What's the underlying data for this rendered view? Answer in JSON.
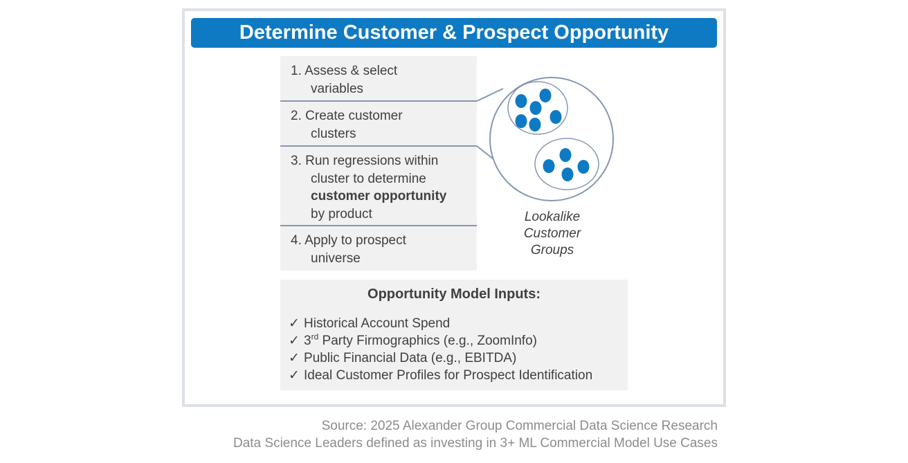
{
  "title": "Determine Customer & Prospect Opportunity",
  "steps": [
    {
      "num": "1.",
      "line1": "Assess & select",
      "lines": [
        "variables"
      ]
    },
    {
      "num": "2.",
      "line1": "Create customer",
      "lines": [
        "clusters"
      ]
    },
    {
      "num": "3.",
      "line1": "Run regressions within",
      "line2": "cluster to determine",
      "bold": "customer opportunity",
      "line4": "by product"
    },
    {
      "num": "4.",
      "line1": "Apply to prospect",
      "lines": [
        "universe"
      ]
    }
  ],
  "cluster_label": [
    "Lookalike",
    "Customer",
    "Groups"
  ],
  "inputs": {
    "title": "Opportunity Model Inputs:",
    "check": "✓",
    "items": [
      "Historical Account Spend",
      {
        "pre": "3",
        "sup": "rd",
        "post": " Party Firmographics (e.g., ZoomInfo)"
      },
      "Public Financial Data (e.g., EBITDA)",
      "Ideal Customer Profiles for Prospect Identification"
    ]
  },
  "source": [
    "Source: 2025 Alexander Group Commercial Data Science Research",
    "Data Science Leaders defined as investing in 3+ ML Commercial Model Use Cases"
  ],
  "colors": {
    "title_bg": "#0f7ac4",
    "dot": "#0f7ac4",
    "line": "#8497b0",
    "panel_bg": "#f1f1f1"
  }
}
